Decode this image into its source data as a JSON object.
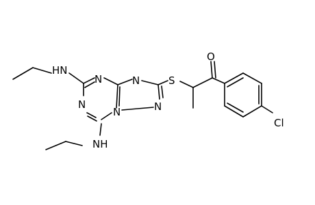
{
  "molecule": {
    "atom_labels": {
      "nh_top": "HN",
      "nh_bottom": "NH",
      "n_ring_top": "N",
      "n_ring_left": "N",
      "n_bridge": "N",
      "n_triazole_top": "N",
      "n_triazole_bottom": "N",
      "sulfur": "S",
      "oxygen": "O",
      "chlorine": "Cl"
    }
  }
}
